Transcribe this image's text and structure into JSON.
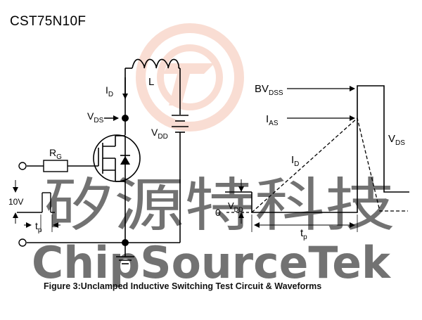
{
  "header": {
    "part_number": "CST75N10F"
  },
  "watermark": {
    "cn_text": "矽源特科技",
    "en_text": "ChipSourceTek",
    "color": "#f5c3b0"
  },
  "circuit": {
    "id_label": {
      "main": "I",
      "sub": "D"
    },
    "inductor_label": "L",
    "vds_label": {
      "main": "V",
      "sub": "DS"
    },
    "vdd_label": {
      "main": "V",
      "sub": "DD"
    },
    "rg_label": {
      "main": "R",
      "sub": "G"
    },
    "pulse_amplitude": "10V",
    "tp_label": {
      "main": "t",
      "sub": "p"
    }
  },
  "waveform": {
    "bvdss_label": {
      "main": "BV",
      "sub": "DSS"
    },
    "ias_label": {
      "main": "I",
      "sub": "AS"
    },
    "id_label": {
      "main": "I",
      "sub": "D"
    },
    "vds_label": {
      "main": "V",
      "sub": "DS"
    },
    "vdd_label": {
      "main": "V",
      "sub": "DD"
    },
    "zero_label": "0",
    "tp_label": {
      "main": "t",
      "sub": "p"
    }
  },
  "caption": "Figure 3:Unclamped Inductive Switching Test Circuit & Waveforms"
}
